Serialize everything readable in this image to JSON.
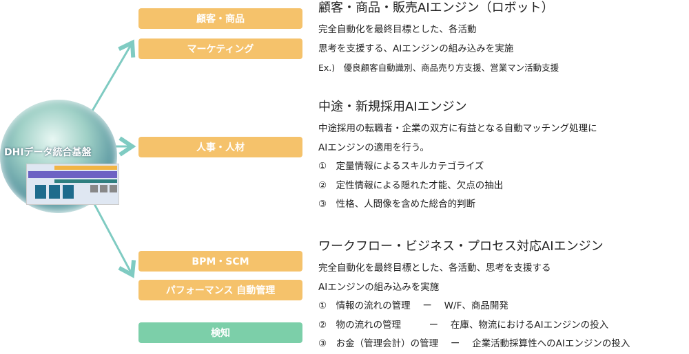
{
  "left": {
    "platform_label": "DHIデータ統合基盤"
  },
  "boxes": [
    "顧客・商品",
    "マーケティング",
    "人事・人材",
    "BPM・SCM",
    "パフォーマンス 自動管理",
    "検知"
  ],
  "colors": {
    "orange": "#f5c26b",
    "green": "#7ccfa9",
    "arrow": "#7fcbc2"
  },
  "sections": [
    {
      "title": "顧客・商品・販売AIエンジン（ロボット）",
      "lines": [
        "完全自動化を最終目標とした、各活動",
        "思考を支援する、AIエンジンの組み込みを実施",
        "Ex.)　優良顧客自動識別、商品売り方支援、営業マン活動支援"
      ]
    },
    {
      "title": "中途・新規採用AIエンジン",
      "lines": [
        "中途採用の転職者・企業の双方に有益となる自動マッチング処理に",
        "AIエンジンの適用を行う。",
        "①　定量情報によるスキルカテゴライズ",
        "②　定性情報による隠れた才能、欠点の抽出",
        "③　性格、人間像を含めた総合的判断"
      ]
    },
    {
      "title": "ワークフロー・ビジネス・プロセス対応AIエンジン",
      "lines": [
        "完全自動化を最終目標とした、各活動、思考を支援する",
        "AIエンジンの組み込みを実施",
        "①　情報の流れの管理　 ー　 W/F、商品開発",
        "②　物の流れの管理　　　ー　 在庫、物流におけるAIエンジンの投入",
        "③　お金（管理会計）の管理　 ー　 企業活動採算性へのAIエンジンの投入"
      ]
    }
  ]
}
